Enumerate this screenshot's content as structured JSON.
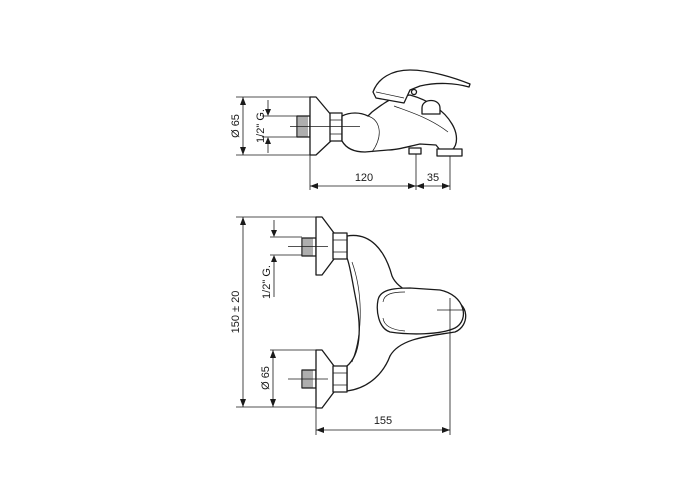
{
  "side_view": {
    "flange_diameter": "Ø 65",
    "thread": "1/2\" G.",
    "length": "120",
    "spout_offset": "35"
  },
  "top_view": {
    "centre_distance": "150 ± 20",
    "thread": "1/2\" G.",
    "flange_diameter": "Ø 65",
    "projection": "155"
  }
}
